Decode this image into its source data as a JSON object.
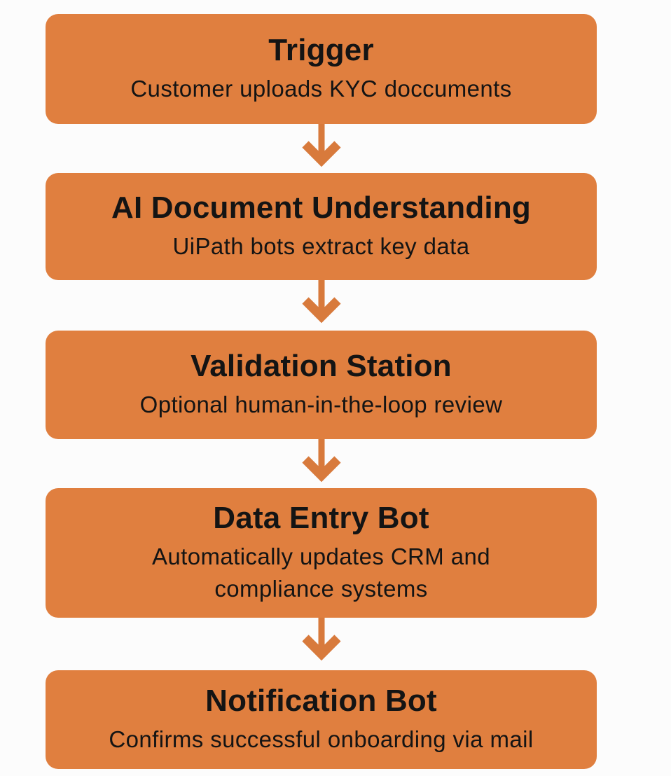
{
  "page": {
    "background": "#FCFCFC"
  },
  "flowchart": {
    "type": "vertical-flow",
    "direction": "top-to-bottom",
    "node_fill": "#E07F3F",
    "arrow_color": "#D87A3C",
    "text_color": "#141414",
    "nodes": [
      {
        "title": "Trigger",
        "subtitle": "Customer uploads KYC doccuments"
      },
      {
        "title": "AI Document Understanding",
        "subtitle": "UiPath bots extract key data"
      },
      {
        "title": "Validation Station",
        "subtitle": "Optional human-in-the-loop review"
      },
      {
        "title": "Data Entry Bot",
        "subtitle": "Automatically updates CRM and\ncompliance systems"
      },
      {
        "title": "Notification Bot",
        "subtitle": "Confirms successful onboarding via mail"
      }
    ],
    "connections": [
      {
        "from": 0,
        "to": 1
      },
      {
        "from": 1,
        "to": 2
      },
      {
        "from": 2,
        "to": 3
      },
      {
        "from": 3,
        "to": 4
      }
    ]
  }
}
